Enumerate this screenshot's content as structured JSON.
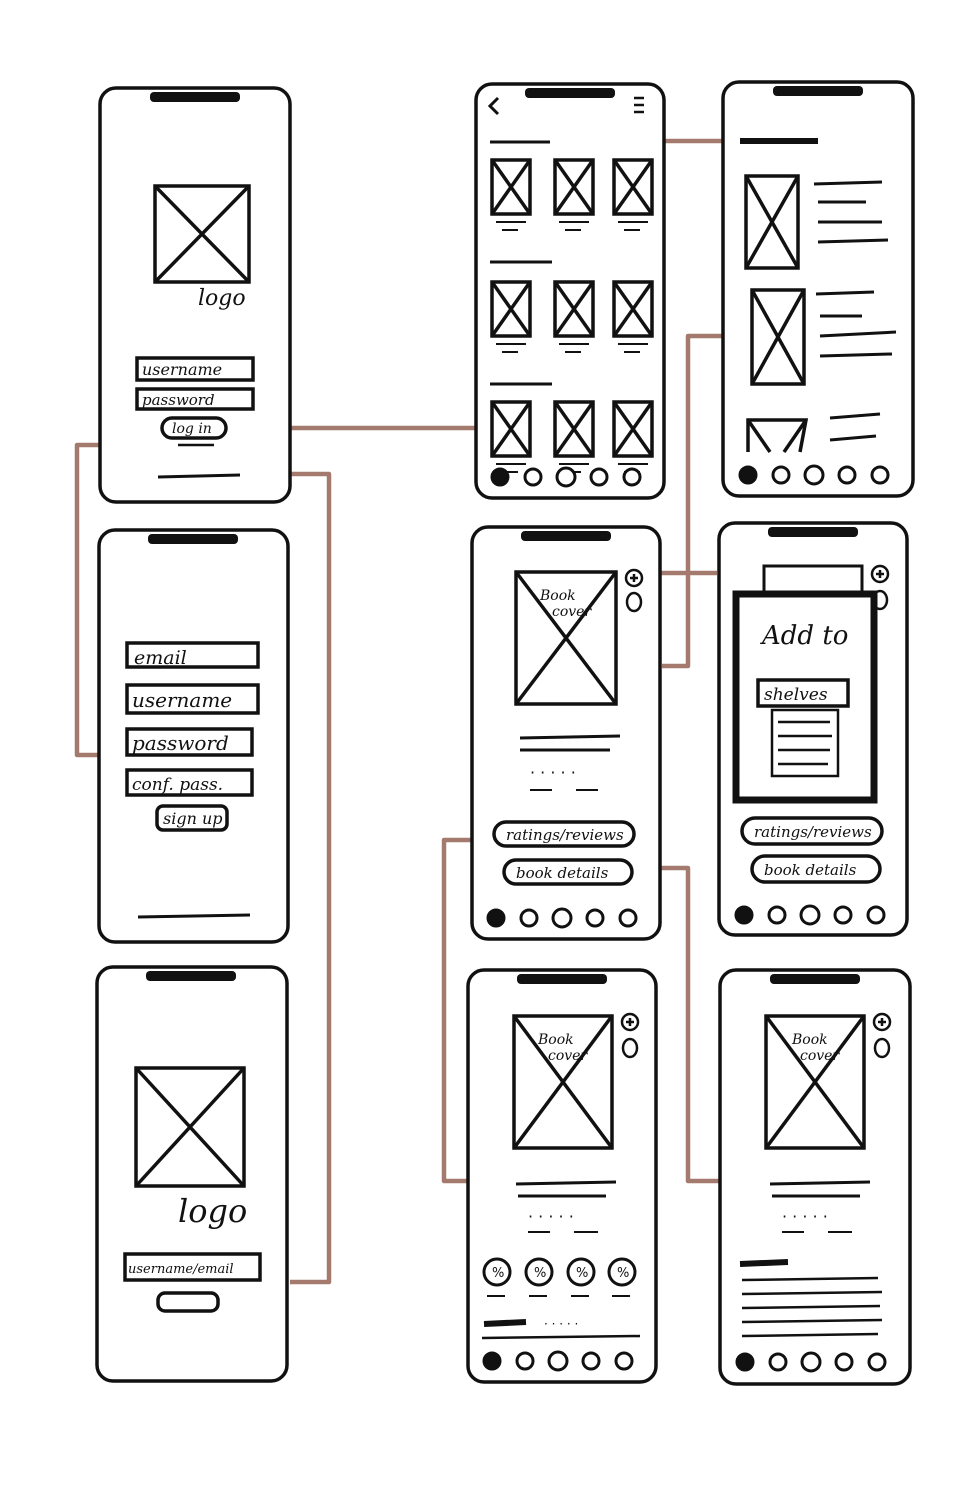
{
  "colors": {
    "ink": "#111111",
    "connector": "#a47a6e",
    "paper": "#ffffff"
  },
  "login": {
    "logo_label": "logo",
    "username_field": "username",
    "password_field": "password",
    "login_button": "log in"
  },
  "signup": {
    "email_field": "email",
    "username_field": "username",
    "password_field": "password",
    "confirm_password_field": "conf. pass.",
    "signup_button": "sign up"
  },
  "forgot": {
    "logo_label": "logo",
    "username_email_field": "username/email"
  },
  "book_detail": {
    "cover_label_line1": "Book",
    "cover_label_line2": "cover",
    "ratings_button": "ratings/reviews",
    "details_button": "book details"
  },
  "add_to_shelf": {
    "modal_title": "Add to",
    "shelves_dropdown": "shelves",
    "ratings_button": "ratings/reviews",
    "details_button": "book details"
  },
  "ratings": {
    "cover_label_line1": "Book",
    "cover_label_line2": "cover",
    "percent_symbol": "%"
  },
  "details": {
    "cover_label_line1": "Book",
    "cover_label_line2": "cover"
  },
  "icons": {
    "placeholder": "image-placeholder-icon",
    "back": "chevron-left-icon",
    "menu": "hamburger-menu-icon",
    "add": "plus-circle-icon",
    "nav": "nav-dot-icon"
  }
}
